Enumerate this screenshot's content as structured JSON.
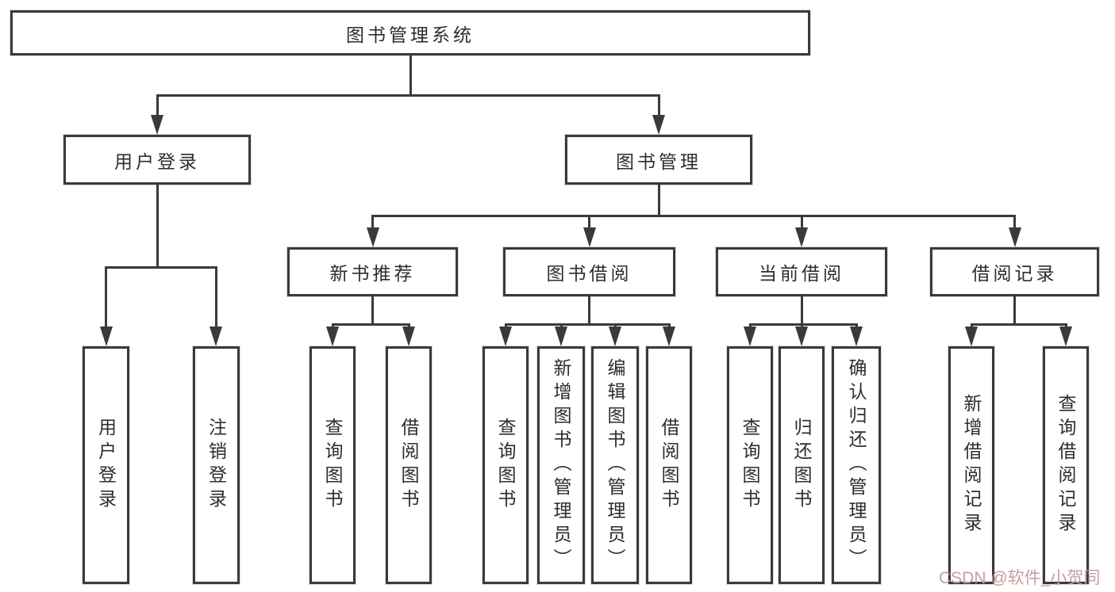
{
  "tree": {
    "label": "图书管理系统",
    "children": [
      {
        "label": "用户登录",
        "children": [
          {
            "label": "用户登录"
          },
          {
            "label": "注销登录"
          }
        ]
      },
      {
        "label": "图书管理",
        "children": [
          {
            "label": "新书推荐",
            "children": [
              {
                "label": "查询图书"
              },
              {
                "label": "借阅图书"
              }
            ]
          },
          {
            "label": "图书借阅",
            "children": [
              {
                "label": "查询图书"
              },
              {
                "label": "新增图书（管理员）"
              },
              {
                "label": "编辑图书（管理员）"
              },
              {
                "label": "借阅图书"
              }
            ]
          },
          {
            "label": "当前借阅",
            "children": [
              {
                "label": "查询图书"
              },
              {
                "label": "归还图书"
              },
              {
                "label": "确认归还（管理员）"
              }
            ]
          },
          {
            "label": "借阅记录",
            "children": [
              {
                "label": "新增借阅记录"
              },
              {
                "label": "查询借阅记录"
              }
            ]
          }
        ]
      }
    ]
  },
  "watermark": {
    "text": "CSDN @软件_小贺同学",
    "color": "#c99c9c"
  },
  "colors": {
    "line": "#3a3a3a",
    "text": "#2d2d2d",
    "background": "#ffffff"
  }
}
